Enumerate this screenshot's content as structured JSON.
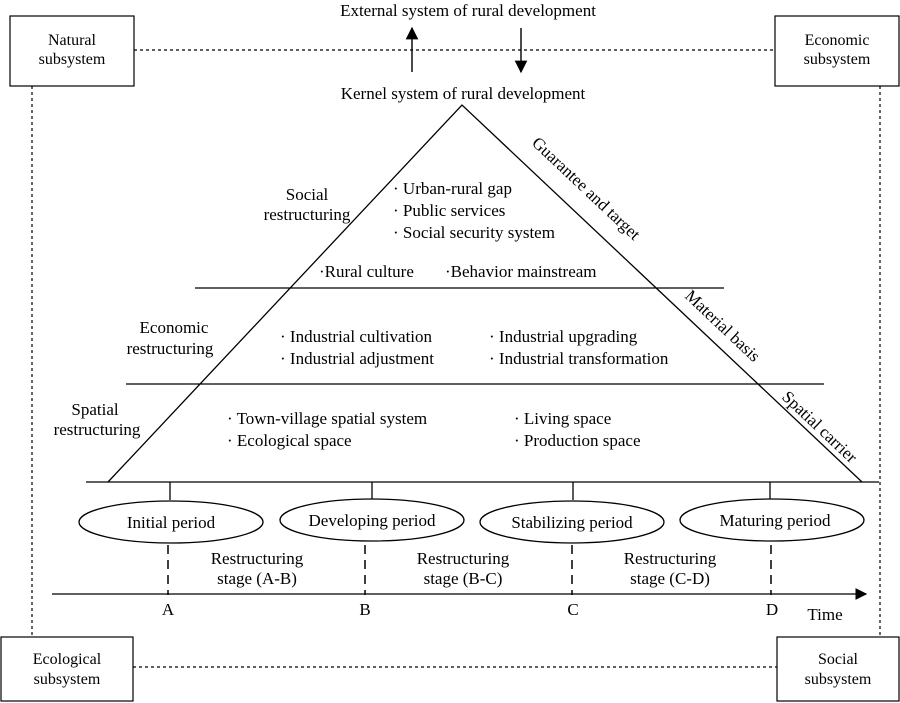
{
  "external_label": "External system of rural development",
  "kernel_label": "Kernel system of rural development",
  "subsystems": {
    "natural": [
      "Natural",
      "subsystem"
    ],
    "economic": [
      "Economic",
      "subsystem"
    ],
    "ecological": [
      "Ecological",
      "subsystem"
    ],
    "social": [
      "Social",
      "subsystem"
    ]
  },
  "layers": {
    "social": {
      "label": [
        "Social",
        "restructuring"
      ],
      "items": [
        "· Urban-rural gap",
        "· Public services",
        "· Social security system"
      ],
      "base_items": [
        "·Rural culture",
        "·Behavior mainstream"
      ]
    },
    "economic": {
      "label": [
        "Economic",
        "restructuring"
      ],
      "items_left": [
        "· Industrial cultivation",
        "· Industrial adjustment"
      ],
      "items_right": [
        "· Industrial upgrading",
        "· Industrial transformation"
      ]
    },
    "spatial": {
      "label": [
        "Spatial",
        "restructuring"
      ],
      "items_left": [
        "· Town-village spatial system",
        "· Ecological space"
      ],
      "items_right": [
        "· Living space",
        "· Production space"
      ]
    }
  },
  "side_labels": {
    "guarantee": "Guarantee and target",
    "material": "Material basis",
    "spatial": "Spatial carrier"
  },
  "periods": [
    "Initial period",
    "Developing period",
    "Stabilizing period",
    "Maturing period"
  ],
  "stages": [
    [
      "Restructuring",
      "stage (A-B)"
    ],
    [
      "Restructuring",
      "stage (B-C)"
    ],
    [
      "Restructuring",
      "stage (C-D)"
    ]
  ],
  "axis": {
    "points": [
      "A",
      "B",
      "C",
      "D"
    ],
    "label": "Time"
  }
}
